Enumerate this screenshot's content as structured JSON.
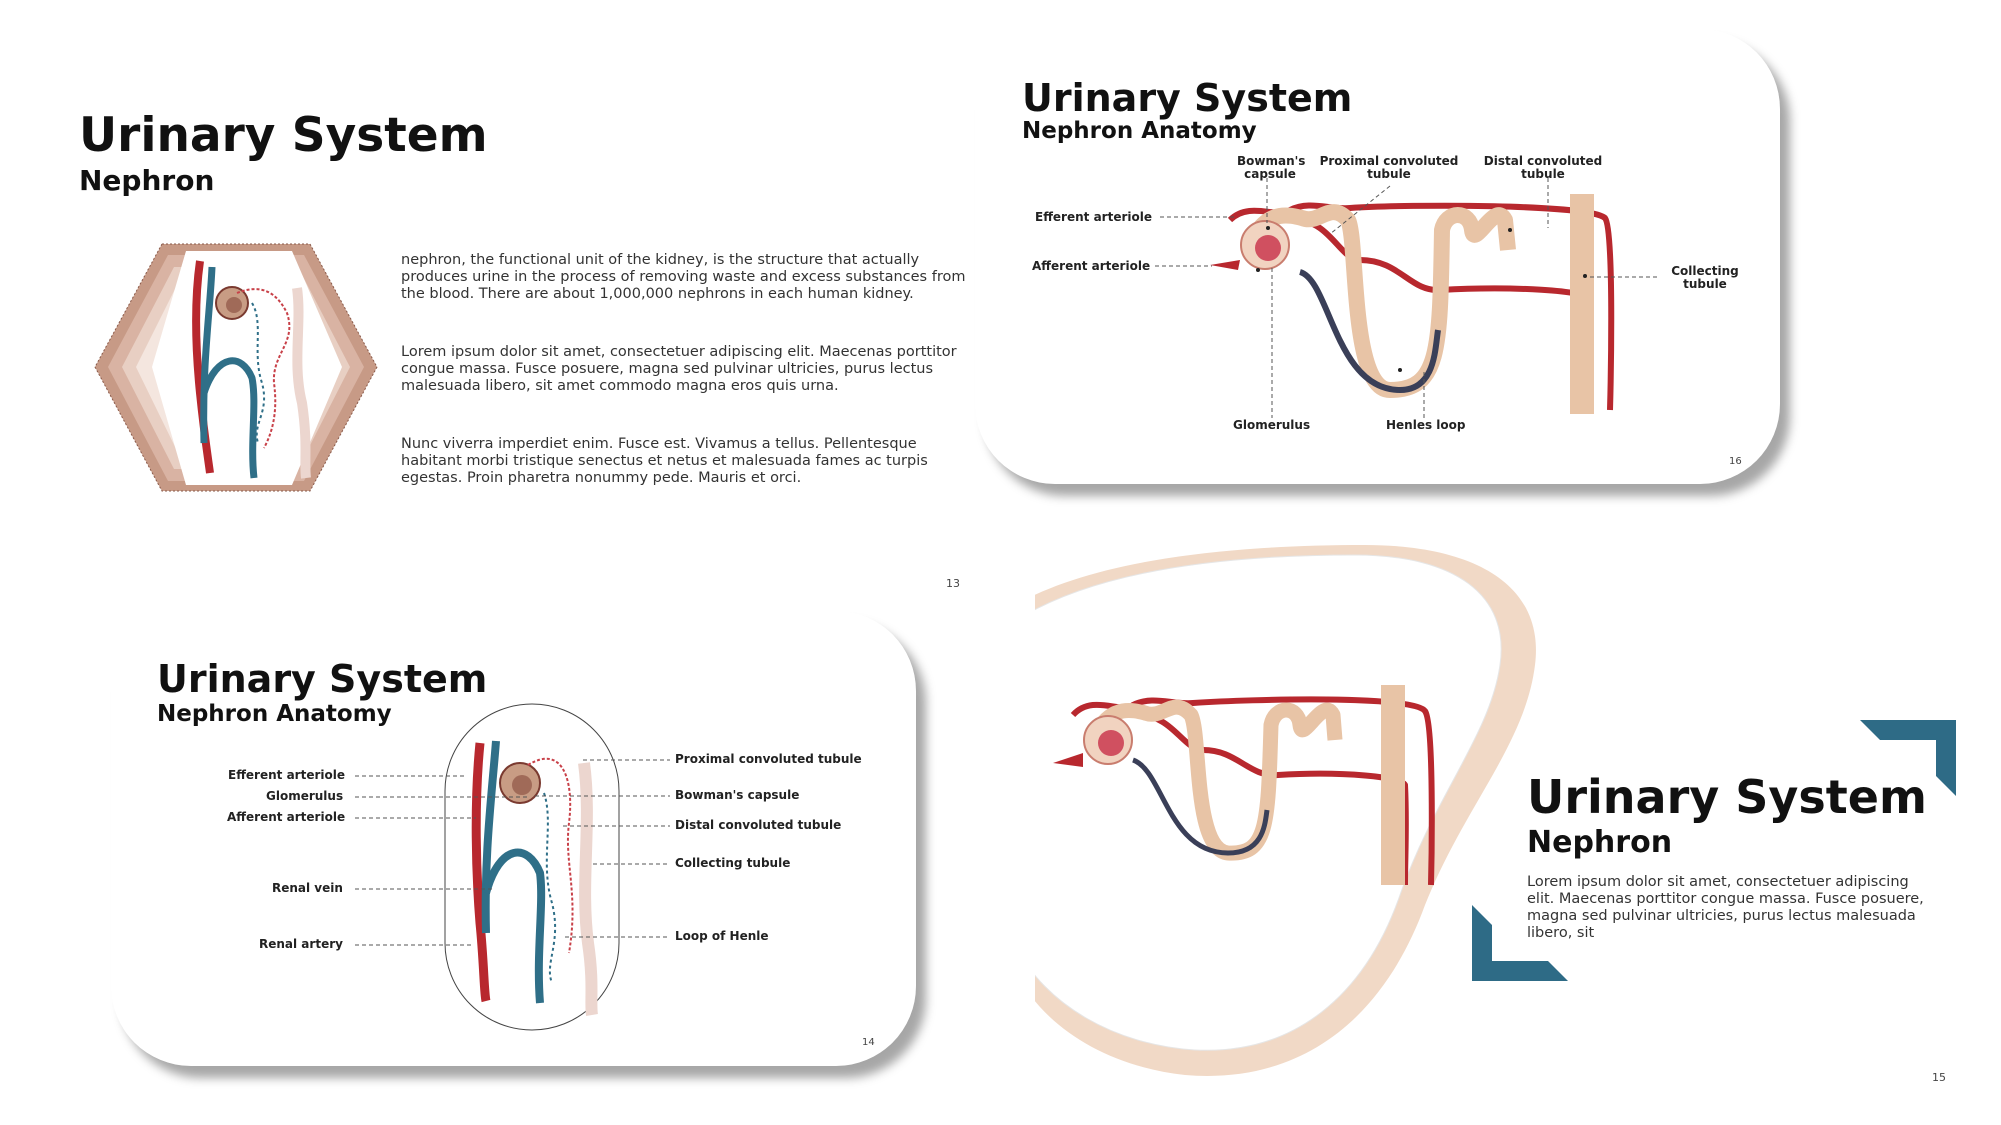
{
  "slide13": {
    "title": "Urinary System",
    "subtitle": "Nephron",
    "paragraphs": [
      "nephron, the functional unit of the kidney, is the structure that actually produces urine in the process of removing waste and excess substances from the blood. There are about 1,000,000 nephrons in each human kidney.",
      "Lorem ipsum dolor sit amet, consectetuer adipiscing elit. Maecenas porttitor congue massa. Fusce posuere, magna sed pulvinar ultricies, purus lectus malesuada libero, sit amet commodo magna eros quis urna.",
      "Nunc viverra imperdiet enim. Fusce est. Vivamus a tellus. Pellentesque habitant morbi tristique senectus et netus et malesuada fames ac turpis egestas. Proin pharetra nonummy pede. Mauris et orci."
    ],
    "page": "13"
  },
  "slide16": {
    "title": "Urinary System",
    "subtitle": "Nephron Anatomy",
    "labels": {
      "bowmans": "Bowman's capsule",
      "proximal": "Proximal convoluted tubule",
      "distal": "Distal convoluted tubule",
      "efferent": "Efferent arteriole",
      "afferent": "Afferent arteriole",
      "collecting": "Collecting tubule",
      "glomerulus": "Glomerulus",
      "henle": "Henles loop"
    },
    "page": "16"
  },
  "slide14": {
    "title": "Urinary System",
    "subtitle": "Nephron Anatomy",
    "labels": {
      "efferent": "Efferent arteriole",
      "glomerulus": "Glomerulus",
      "afferent": "Afferent arteriole",
      "renal_vein": "Renal vein",
      "renal_artery": "Renal artery",
      "proximal": "Proximal convoluted tubule",
      "bowmans": "Bowman's capsule",
      "distal": "Distal convoluted tubule",
      "collecting": "Collecting tubule",
      "henle": "Loop of Henle"
    },
    "page": "14"
  },
  "slide15": {
    "title": "Urinary System",
    "subtitle": "Nephron",
    "paragraph": "Lorem ipsum dolor sit amet, consectetuer adipiscing elit. Maecenas porttitor congue massa. Fusce posuere, magna sed pulvinar ultricies, purus lectus malesuada libero, sit",
    "page": "15"
  },
  "colors": {
    "artery": "#b8282e",
    "vein": "#2f6f88",
    "tubule": "#e8c4a6",
    "dark_tubule": "#3a3f58",
    "accent_teal": "#2e6b86",
    "peach": "#f1d9c6"
  }
}
